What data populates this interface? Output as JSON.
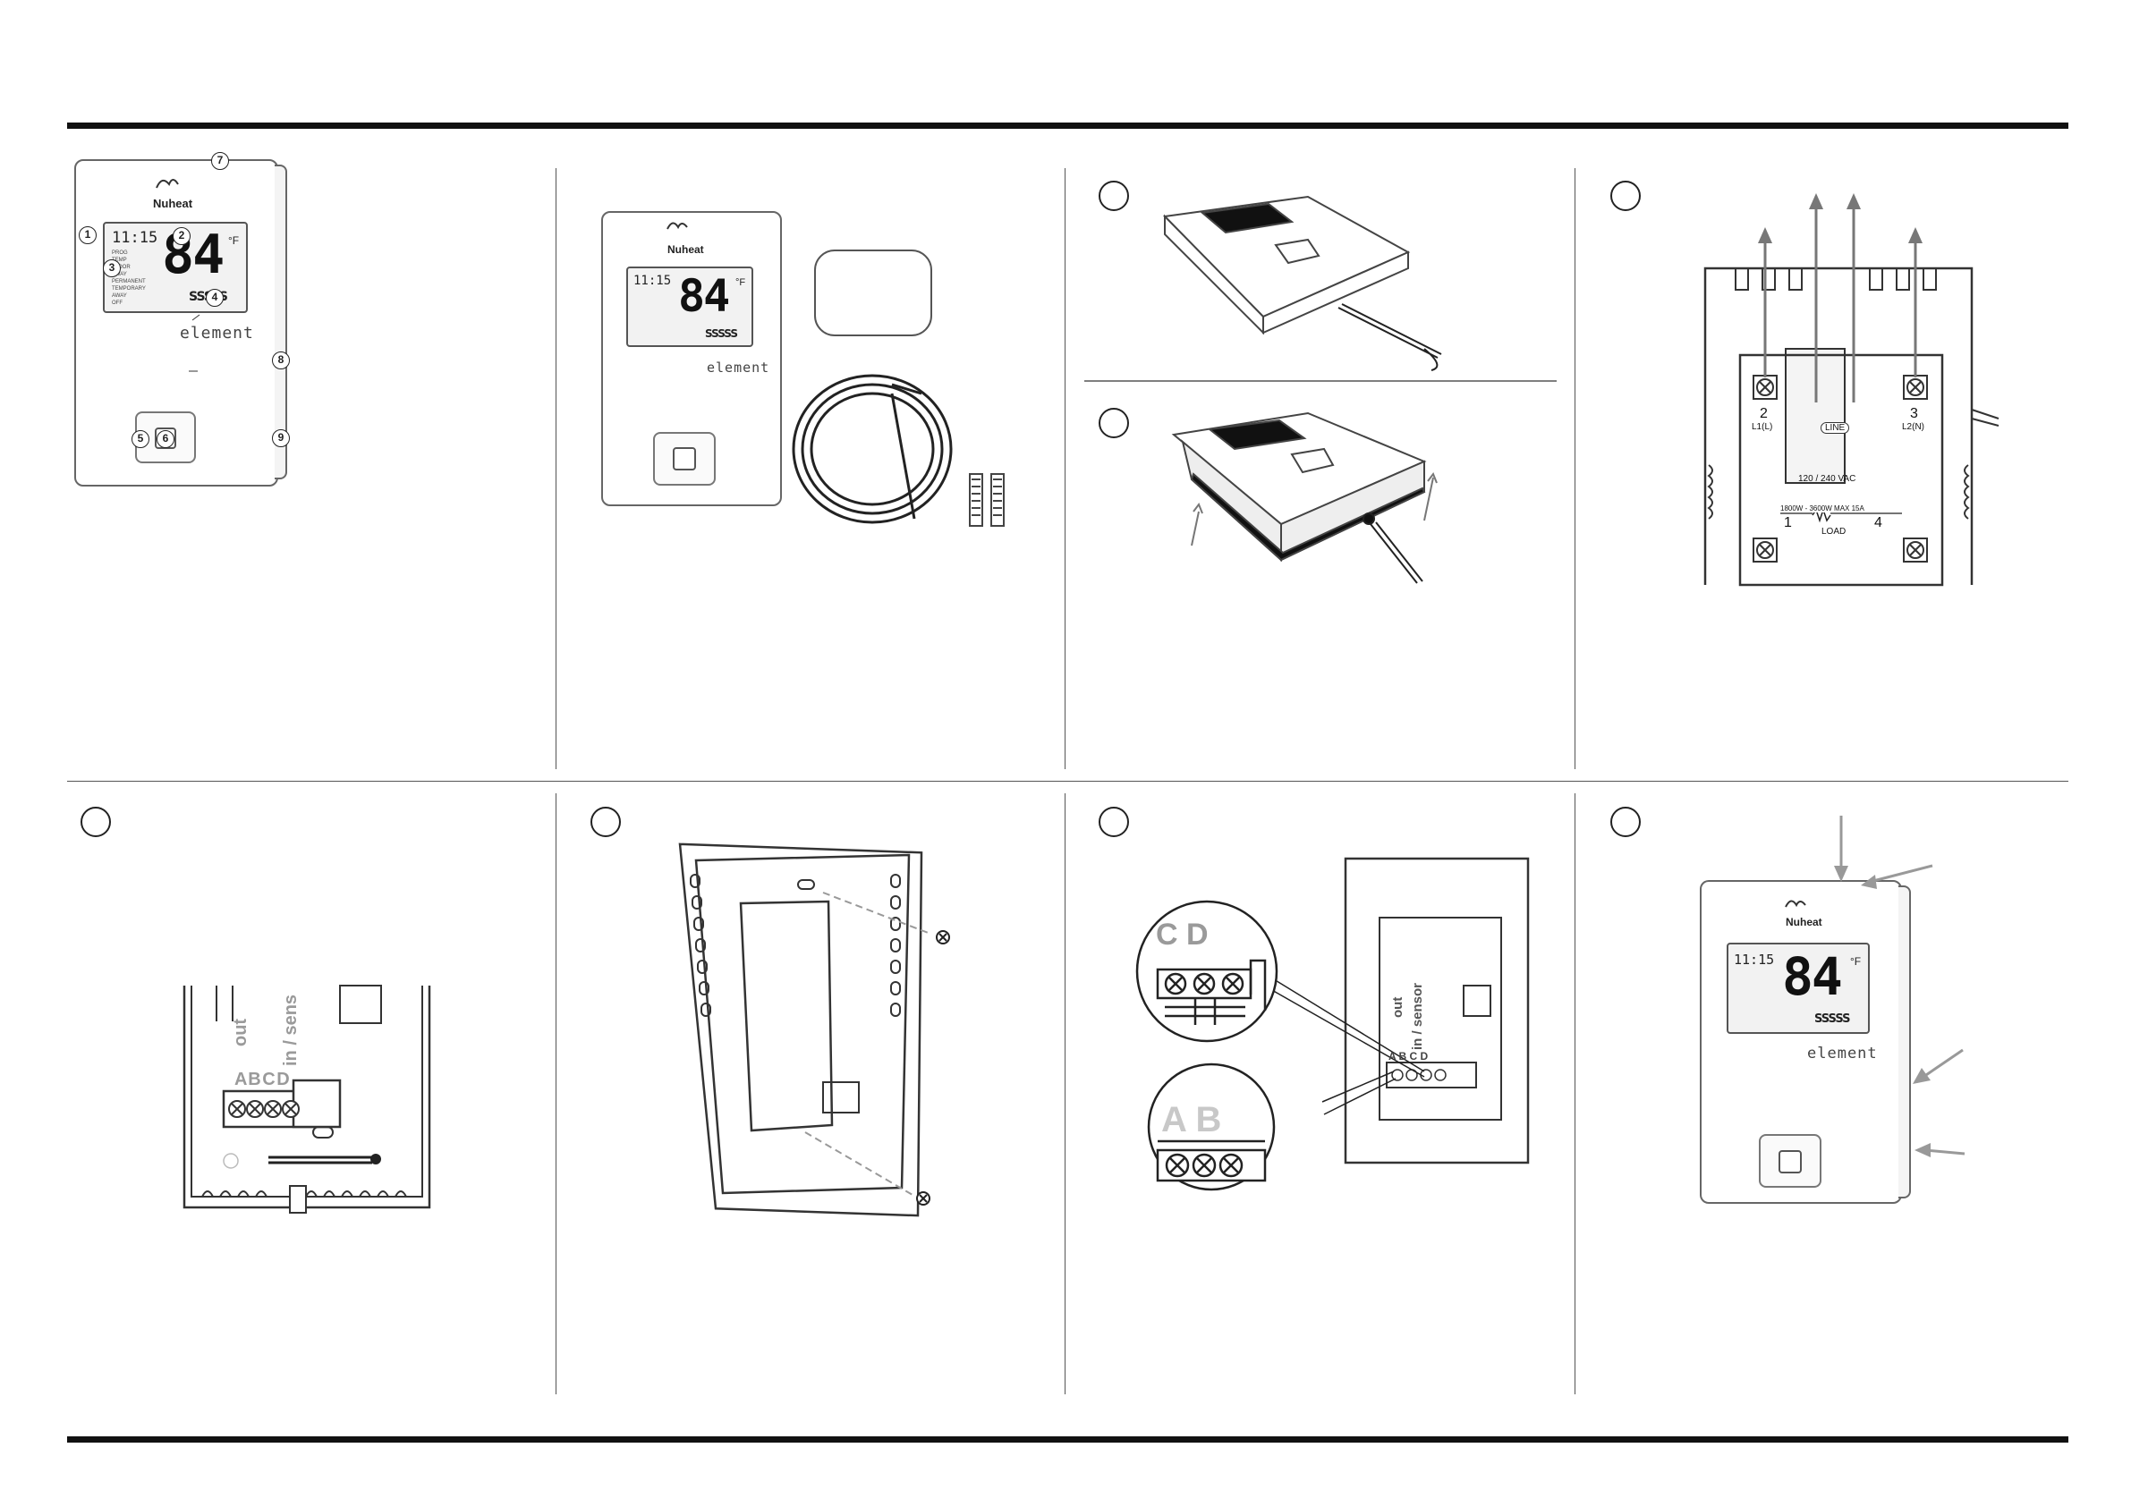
{
  "device": {
    "brand": "Nuheat",
    "model": "element",
    "time": "11:15",
    "temperature": "84",
    "unit": "°F",
    "heat_indicator": "SSSSS",
    "lcd_side_labels": [
      "PROG",
      "TEMP",
      "FLOOR",
      "AWAY",
      "PERMANENT",
      "TEMPORARY",
      "AWAY",
      "OFF"
    ]
  },
  "callouts": [
    "1",
    "2",
    "3",
    "4",
    "5",
    "6",
    "7",
    "8",
    "9"
  ],
  "wiring": {
    "terminal_2": "2",
    "terminal_2_label": "L1(L)",
    "terminal_3": "3",
    "terminal_3_label": "L2(N)",
    "line_label": "LINE",
    "voltage": "120 / 240 VAC",
    "rating": "1800W - 3600W MAX 15A",
    "terminal_1": "1",
    "terminal_4": "4",
    "load_label": "LOAD"
  },
  "sensor_block": {
    "out_label": "out",
    "in_label": "in / sens",
    "letters": "A B C D"
  },
  "sensor_block_2": {
    "out_label": "out",
    "in_label": "in / sensor",
    "letters": "A B C D",
    "zoom_cd": "C D",
    "zoom_ab": "A B"
  }
}
